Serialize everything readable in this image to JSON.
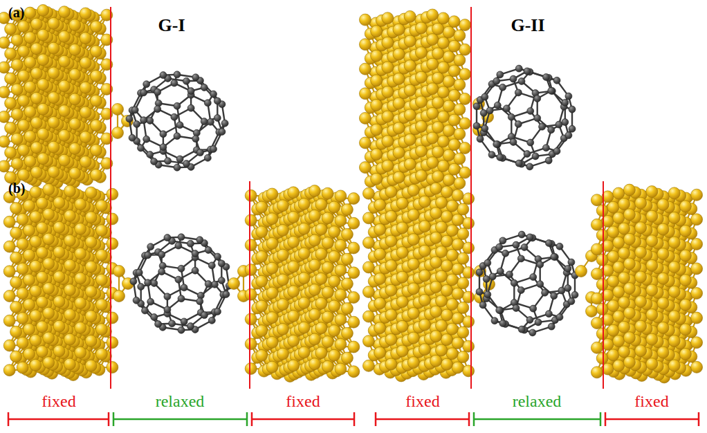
{
  "diagram": {
    "labels": [
      "(a)",
      "G-I",
      "G-II",
      "(b)",
      "fixed",
      "relaxed",
      "fixed",
      "fixed",
      "relaxed",
      "fixed"
    ]
  }
}
